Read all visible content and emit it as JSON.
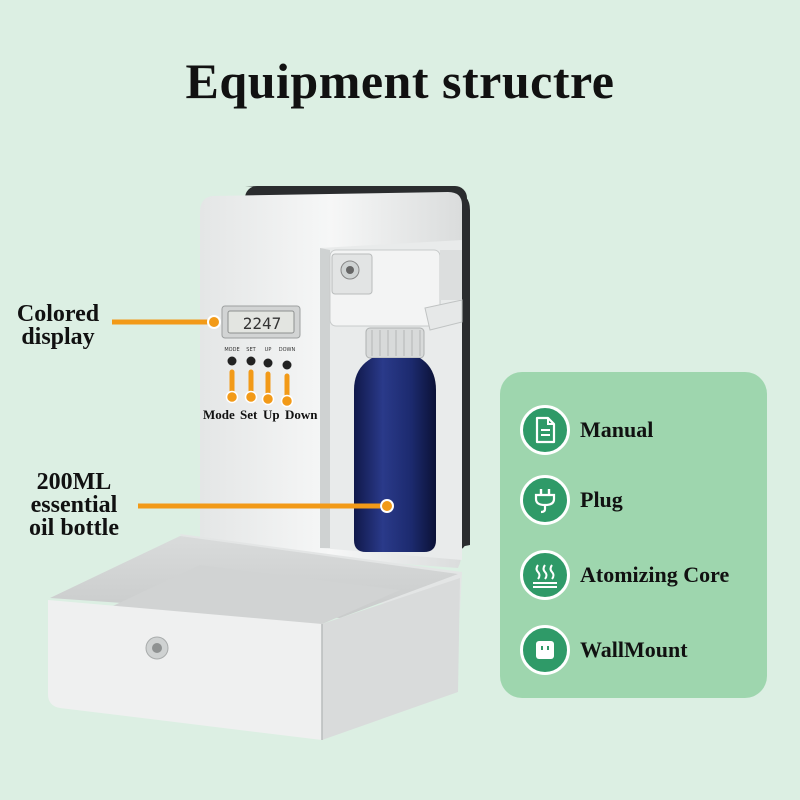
{
  "title": "Equipment structre",
  "display_readout": "2247",
  "device_buttons": {
    "mode_small": "MODE",
    "set_small": "SET",
    "up_small": "UP",
    "down_small": "DOWN"
  },
  "callouts": {
    "display_line1": "Colored",
    "display_line2": "display",
    "bottle_line1": "200ML",
    "bottle_line2": "essential",
    "bottle_line3": "oil bottle"
  },
  "button_labels": [
    "Mode",
    "Set",
    "Up",
    "Down"
  ],
  "features": [
    {
      "label": "Manual",
      "icon": "document-icon"
    },
    {
      "label": "Plug",
      "icon": "plug-icon"
    },
    {
      "label": "Atomizing Core",
      "icon": "steam-icon"
    },
    {
      "label": "WallMount",
      "icon": "wall-outlet-icon"
    }
  ],
  "colors": {
    "background": "#dcefe3",
    "panel": "#9ed6ae",
    "icon_circle": "#2f9a68",
    "callout_line": "#f29a18",
    "bottle": "#1c2a6e"
  }
}
